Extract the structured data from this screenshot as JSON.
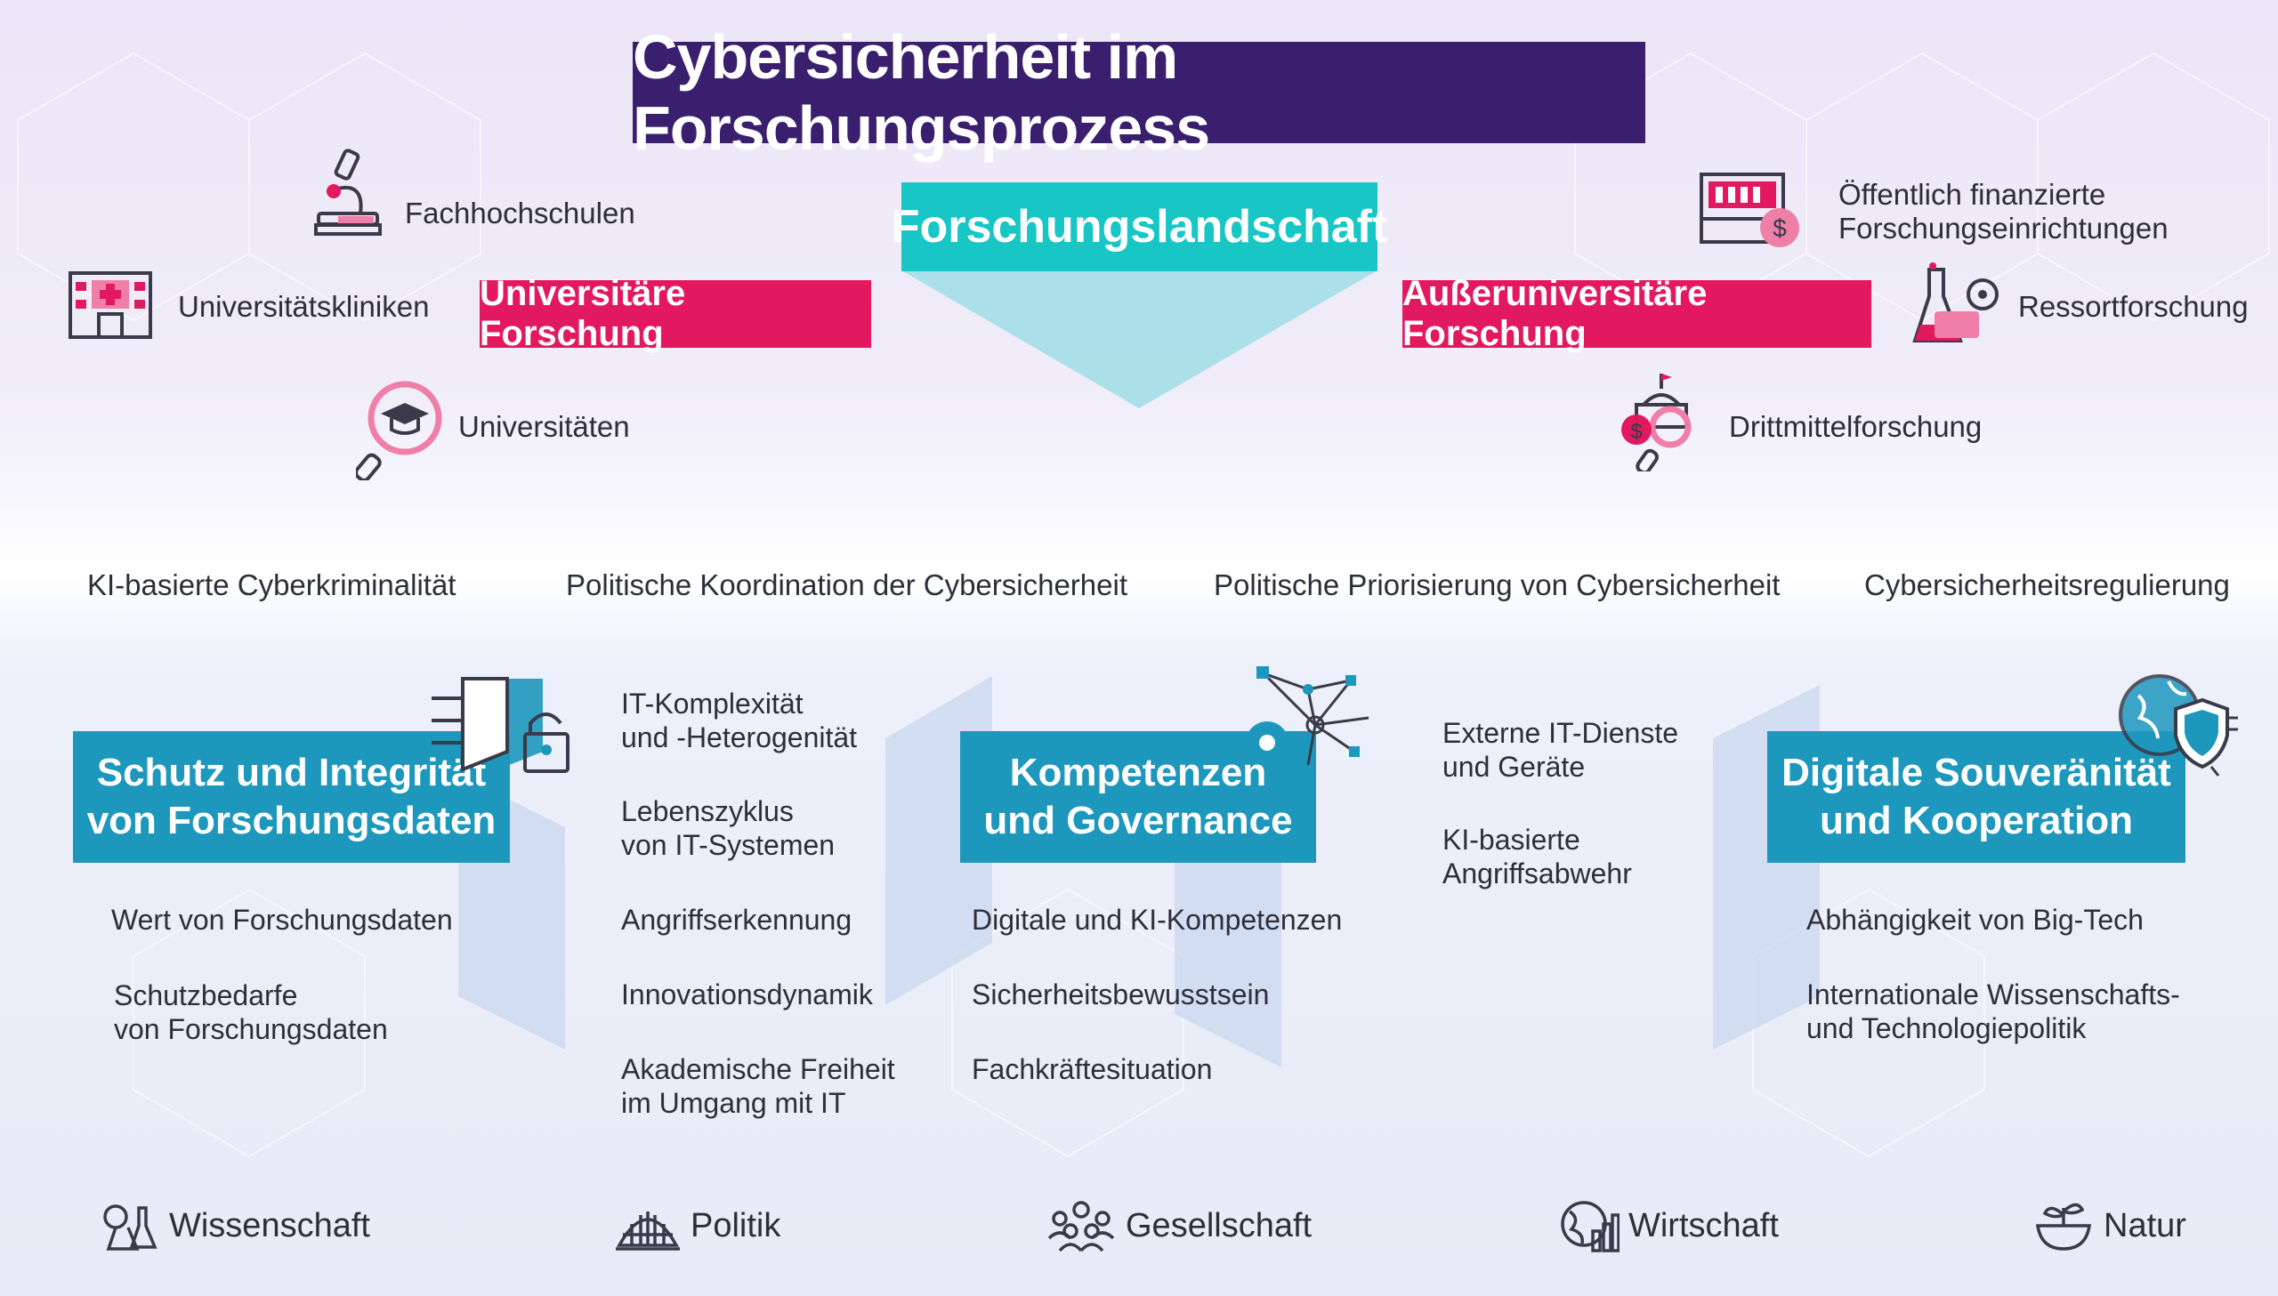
{
  "title": "Cybersicherheit im Forschungsprozess",
  "landscape": "Forschungslandschaft",
  "university": {
    "label": "Universitäre Forschung",
    "items": [
      "Fachhochschulen",
      "Universitätskliniken",
      "Universitäten"
    ]
  },
  "non_university": {
    "label": "Außeruniversitäre Forschung",
    "items": [
      "Öffentlich finanzierte",
      "Forschungseinrichtungen",
      "Ressortforschung",
      "Drittmittelforschung"
    ]
  },
  "topics": [
    "KI-basierte Cyberkriminalität",
    "Politische Koordination der Cybersicherheit",
    "Politische Priorisierung von Cybersicherheit",
    "Cybersicherheitsregulierung"
  ],
  "pillars": [
    {
      "line1": "Schutz und Integrität",
      "line2": "von Forschungsdaten",
      "items": [
        "Wert von Forschungsdaten",
        "Schutzbedarfe",
        "von Forschungsdaten"
      ]
    },
    {
      "line1": "Kompetenzen",
      "line2": "und Governance",
      "items": [
        "Digitale und KI-Kompetenzen",
        "Sicherheitsbewusstsein",
        "Fachkräftesituation"
      ]
    },
    {
      "line1": "Digitale Souveränität",
      "line2": "und Kooperation",
      "items": [
        "Abhängigkeit von Big-Tech",
        "Internationale Wissenschafts-",
        "und Technologiepolitik"
      ]
    }
  ],
  "middle_items": [
    "IT-Komplexität",
    "und -Heterogenität",
    "Lebenszyklus",
    "von IT-Systemen",
    "Angriffserkennung",
    "Innovationsdynamik",
    "Akademische Freiheit",
    "im Umgang mit IT"
  ],
  "right_middle_items": [
    "Externe IT-Dienste",
    "und Geräte",
    "KI-basierte",
    "Angriffsabwehr"
  ],
  "footer": [
    "Wissenschaft",
    "Politik",
    "Gesellschaft",
    "Wirtschaft",
    "Natur"
  ],
  "colors": {
    "title_bg": "#3a1f6f",
    "teal": "#18c6c6",
    "pink": "#e2195f",
    "blue": "#1e97bd"
  }
}
